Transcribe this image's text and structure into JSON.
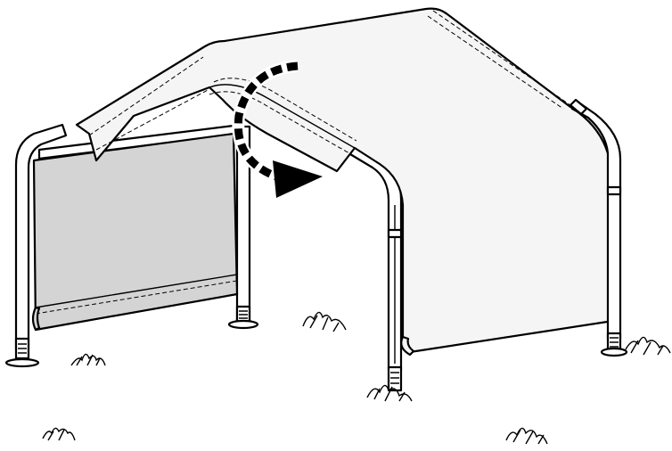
{
  "colors": {
    "cover": "#f5f5f5",
    "side_panel": "#d4d4d4",
    "frame_tube": "#ffffff",
    "outline": "#000000",
    "arrow": "#000000"
  },
  "scene": {
    "subject": "canopy-shelter",
    "instruction_arrow_icon": "curved-arrow-icon",
    "foot_plates": 4,
    "grass_tufts": 6
  }
}
